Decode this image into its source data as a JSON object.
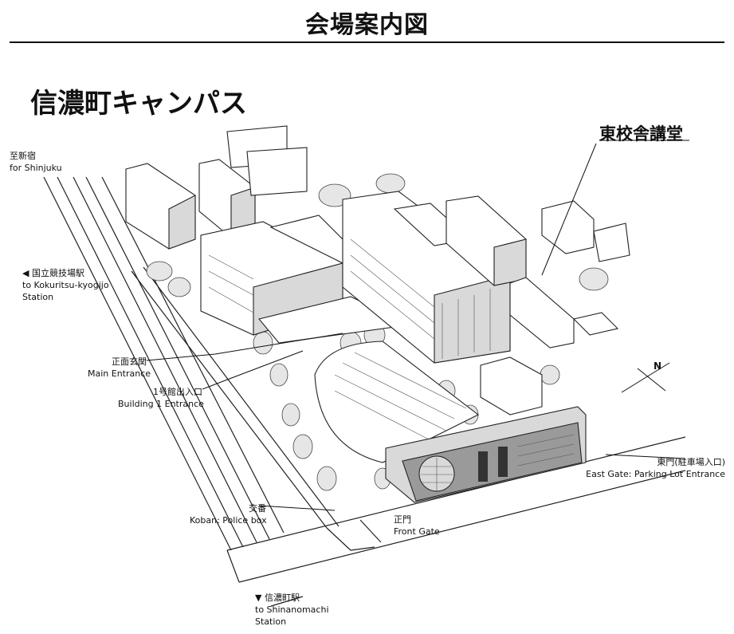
{
  "header": {
    "title": "会場案内図"
  },
  "campus_title": "信濃町キャンパス",
  "target_building": "東校舎講堂",
  "north_label": "N",
  "labels": {
    "shinjuku": {
      "jp": "至新宿",
      "en": "for Shinjuku"
    },
    "kokuritsu": {
      "jp": "◀ 国立競技場駅",
      "en1": "to Kokuritsu-kyogijo",
      "en2": "Station"
    },
    "main_entrance": {
      "jp": "正面玄関",
      "en": "Main Entrance"
    },
    "building1": {
      "jp": "1号館出入口",
      "en": "Building 1 Entrance"
    },
    "koban": {
      "jp": "交番",
      "en": "Koban: Police box"
    },
    "front_gate": {
      "jp": "正門",
      "en": "Front Gate"
    },
    "east_gate": {
      "jp": "東門(駐車場入口)",
      "en": "East Gate: Parking Lot Entrance"
    },
    "shinanomachi": {
      "jp": "▼ 信濃町駅",
      "en1": "to Shinanomachi",
      "en2": "Station"
    }
  }
}
